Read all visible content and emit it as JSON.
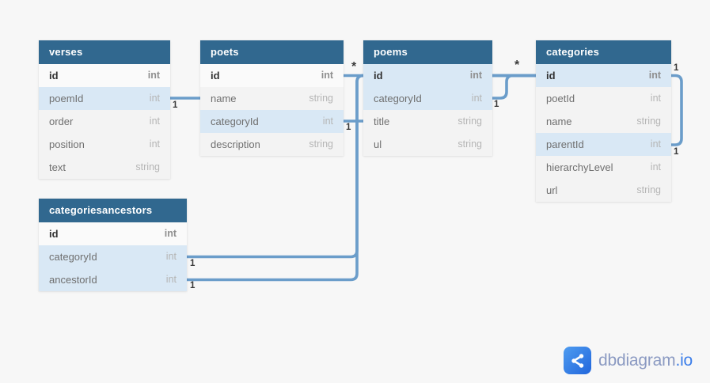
{
  "app": {
    "logo_icon": "share-left-icon",
    "logo_text": "dbdiagram",
    "logo_suffix": ".io"
  },
  "colors": {
    "background": "#f7f7f7",
    "table_header_bg": "#31688f",
    "table_header_text": "#ffffff",
    "row_bg": "#f3f3f3",
    "id_row_bg": "#fafafa",
    "highlight_row_bg": "#d9e8f5",
    "column_name_text": "#6f6f6f",
    "column_type_text": "#b5b5b5",
    "id_text": "#333333",
    "relationship_line": "#6b9dca",
    "marker_text": "#3a3a3a",
    "logo_text": "#8b9ac2",
    "logo_suffix": "#3b7de9",
    "logo_icon_from": "#4f9cf0",
    "logo_icon_to": "#2166dc"
  },
  "tables": [
    {
      "name": "verses",
      "columns": [
        {
          "name": "id",
          "type": "int"
        },
        {
          "name": "poemId",
          "type": "int"
        },
        {
          "name": "order",
          "type": "int"
        },
        {
          "name": "position",
          "type": "int"
        },
        {
          "name": "text",
          "type": "string"
        }
      ]
    },
    {
      "name": "poets",
      "columns": [
        {
          "name": "id",
          "type": "int"
        },
        {
          "name": "name",
          "type": "string"
        },
        {
          "name": "categoryId",
          "type": "int"
        },
        {
          "name": "description",
          "type": "string"
        }
      ]
    },
    {
      "name": "poems",
      "columns": [
        {
          "name": "id",
          "type": "int"
        },
        {
          "name": "categoryId",
          "type": "int"
        },
        {
          "name": "title",
          "type": "string"
        },
        {
          "name": "ul",
          "type": "string"
        }
      ]
    },
    {
      "name": "categories",
      "columns": [
        {
          "name": "id",
          "type": "int"
        },
        {
          "name": "poetId",
          "type": "int"
        },
        {
          "name": "name",
          "type": "string"
        },
        {
          "name": "parentId",
          "type": "int"
        },
        {
          "name": "hierarchyLevel",
          "type": "int"
        },
        {
          "name": "url",
          "type": "string"
        }
      ]
    },
    {
      "name": "categoriesancestors",
      "columns": [
        {
          "name": "id",
          "type": "int"
        },
        {
          "name": "categoryId",
          "type": "int"
        },
        {
          "name": "ancestorId",
          "type": "int"
        }
      ]
    }
  ],
  "relationships": [
    {
      "from": "verses.poemId",
      "to": "poems.id",
      "from_label": "1",
      "to_label": "*"
    },
    {
      "from": "poets.categoryId",
      "to": "categories.id",
      "from_label": "1",
      "to_label": "*"
    },
    {
      "from": "poems.categoryId",
      "to": "categories.id",
      "from_label": "1",
      "to_label": "*"
    },
    {
      "from": "categoriesancestors.categoryId",
      "to": "categories.id",
      "from_label": "1",
      "to_label": "*"
    },
    {
      "from": "categoriesancestors.ancestorId",
      "to": "categories.id",
      "from_label": "1",
      "to_label": "*"
    },
    {
      "from": "categories.parentId",
      "to": "categories.id",
      "from_label": "1",
      "to_label": "1"
    }
  ],
  "markers": [
    {
      "label": "1"
    },
    {
      "label": "*"
    },
    {
      "label": "1"
    },
    {
      "label": "1"
    },
    {
      "label": "*"
    },
    {
      "label": "1"
    },
    {
      "label": "1"
    },
    {
      "label": "1"
    },
    {
      "label": "1"
    }
  ]
}
